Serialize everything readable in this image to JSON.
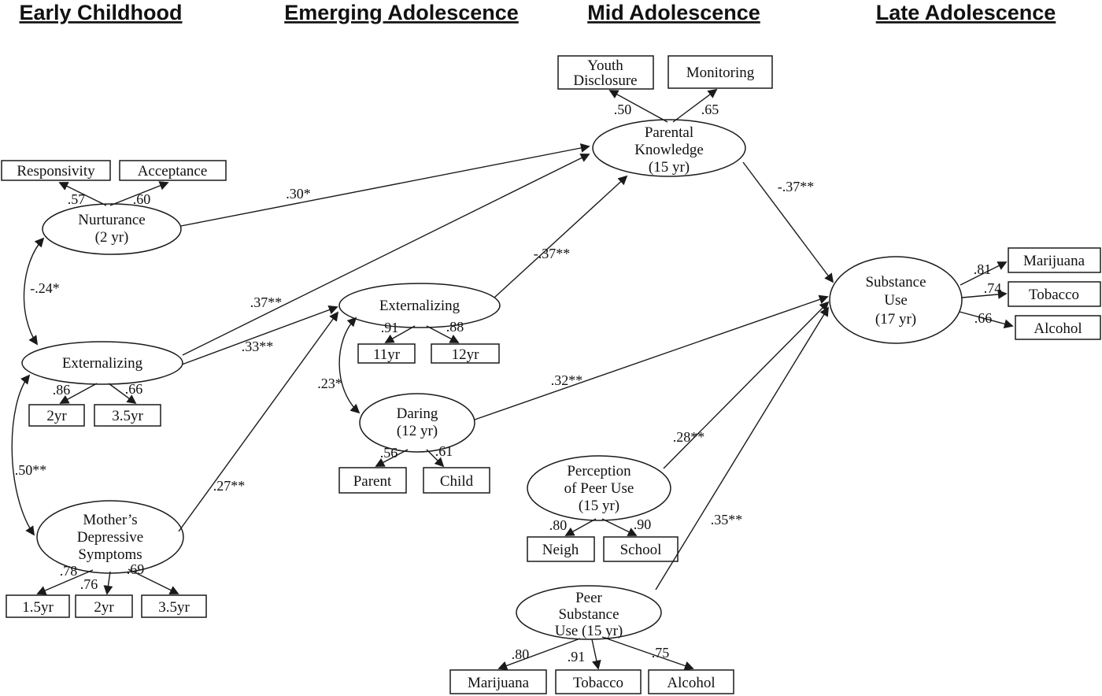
{
  "figure": {
    "headers": [
      "Early Childhood",
      "Emerging Adolescence",
      "Mid Adolescence",
      "Late Adolescence"
    ]
  },
  "latents": {
    "nurturance": {
      "l1": "Nurturance",
      "l2": "(2 yr)"
    },
    "ext_early": {
      "l1": "Externalizing"
    },
    "mothers": {
      "l1": "Mother’s",
      "l2": "Depressive",
      "l3": "Symptoms"
    },
    "ext_mid": {
      "l1": "Externalizing"
    },
    "daring": {
      "l1": "Daring",
      "l2": "(12 yr)"
    },
    "parental_knowledge": {
      "l1": "Parental",
      "l2": "Knowledge",
      "l3": "(15 yr)"
    },
    "perception_peer_use": {
      "l1": "Perception",
      "l2": "of Peer Use",
      "l3": "(15 yr)"
    },
    "peer_substance_use": {
      "l1": "Peer",
      "l2": "Substance",
      "l3": "Use (15 yr)"
    },
    "substance_use": {
      "l1": "Substance",
      "l2": "Use",
      "l3": "(17 yr)"
    }
  },
  "indicators": {
    "responsivity": "Responsivity",
    "acceptance": "Acceptance",
    "ext_2yr": "2yr",
    "ext_35yr": "3.5yr",
    "md_15yr": "1.5yr",
    "md_2yr": "2yr",
    "md_35yr": "3.5yr",
    "ext_11yr": "11yr",
    "ext_12yr": "12yr",
    "daring_parent": "Parent",
    "daring_child": "Child",
    "youth_disclosure_l1": "Youth",
    "youth_disclosure_l2": "Disclosure",
    "monitoring": "Monitoring",
    "neigh": "Neigh",
    "school": "School",
    "peer_marijuana": "Marijuana",
    "peer_tobacco": "Tobacco",
    "peer_alcohol": "Alcohol",
    "su_marijuana": "Marijuana",
    "su_tobacco": "Tobacco",
    "su_alcohol": "Alcohol"
  },
  "loadings": {
    "nurt_responsivity": ".57",
    "nurt_acceptance": ".60",
    "exte_2yr": ".86",
    "exte_35yr": ".66",
    "md_15yr": ".78",
    "md_2yr": ".76",
    "md_35yr": ".69",
    "extm_11yr": ".91",
    "extm_12yr": ".88",
    "daring_parent": ".56",
    "daring_child": ".61",
    "pk_youth_disclosure": ".50",
    "pk_monitoring": ".65",
    "perc_neigh": ".80",
    "perc_school": ".90",
    "peer_marijuana": ".80",
    "peer_tobacco": ".91",
    "peer_alcohol": ".75",
    "su_marijuana": ".81",
    "su_tobacco": ".74",
    "su_alcohol": ".66"
  },
  "paths": {
    "nurturance_to_parental_knowledge": ".30*",
    "ext_early_to_parental_knowledge": ".37**",
    "ext_early_to_ext_mid": ".33**",
    "mothers_to_ext_mid": ".27**",
    "ext_mid_to_parental_knowledge": "-.37**",
    "parental_knowledge_to_substance_use": "-.37**",
    "daring_to_substance_use": ".32**",
    "perception_to_substance_use": ".28**",
    "peer_use_to_substance_use": ".35**"
  },
  "correlations": {
    "nurturance_ext_early": "-.24*",
    "ext_early_mothers": ".50**",
    "ext_mid_daring": ".23*"
  }
}
